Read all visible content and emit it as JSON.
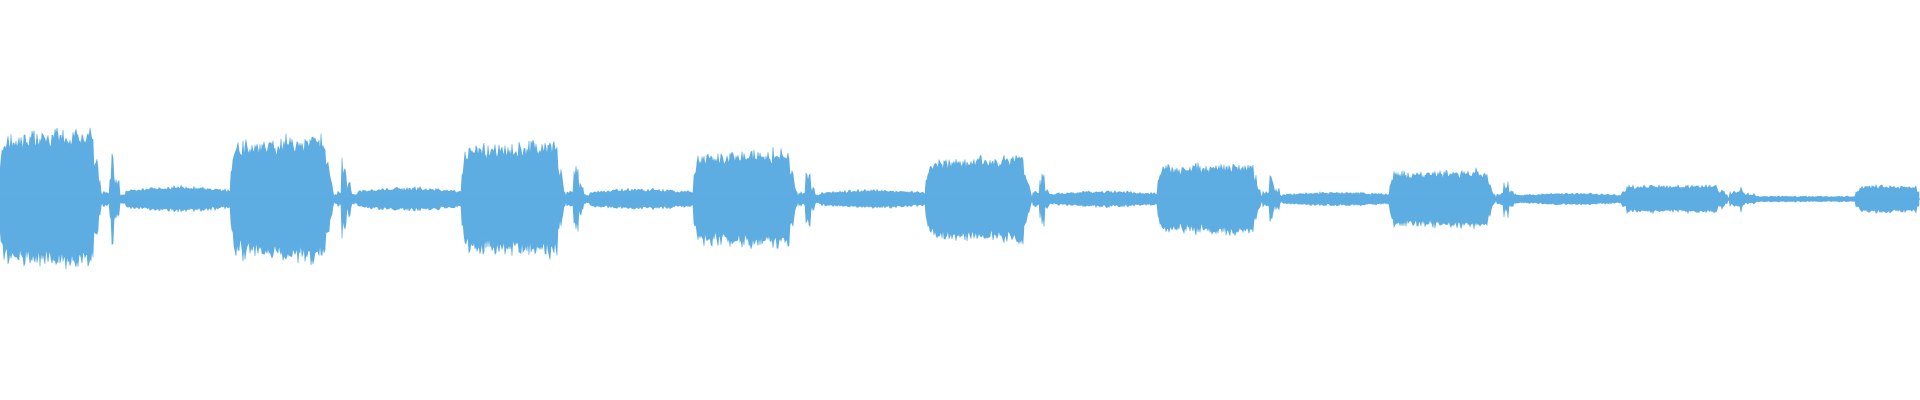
{
  "waveform": {
    "color": "#5dade2",
    "background": "#ffffff",
    "pattern": [
      "loud",
      "gap",
      "soft",
      "loud",
      "gap",
      "soft",
      "loud",
      "gap",
      "soft",
      "loud",
      "gap",
      "soft",
      "loud",
      "gap",
      "soft",
      "loud",
      "gap",
      "soft",
      "loud",
      "gap",
      "soft",
      "medium",
      "gap",
      "faint",
      "faint"
    ],
    "amplitude_levels": {
      "loud": [
        0.31,
        0.28,
        0.25,
        0.22,
        0.19,
        0.16,
        0.13,
        0.1,
        0.07
      ],
      "soft": [
        0.055,
        0.05,
        0.045,
        0.04,
        0.035,
        0.03,
        0.025,
        0.02,
        0.015
      ]
    }
  }
}
